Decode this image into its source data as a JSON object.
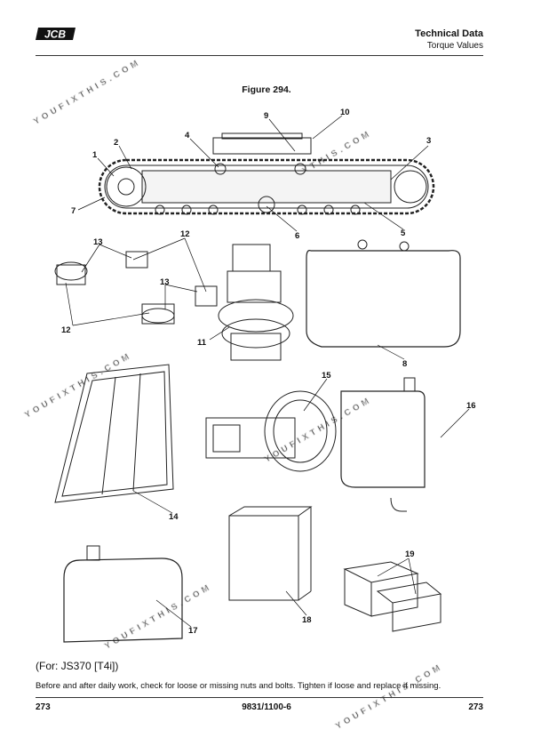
{
  "header": {
    "brand": "JCB",
    "section_title": "Technical Data",
    "section_subtitle": "Torque Values"
  },
  "figure": {
    "title": "Figure 294.",
    "callouts": [
      "1",
      "2",
      "3",
      "4",
      "5",
      "6",
      "7",
      "8",
      "9",
      "10",
      "11",
      "12",
      "12",
      "13",
      "13",
      "14",
      "15",
      "16",
      "17",
      "18",
      "19"
    ]
  },
  "caption": "(For: JS370 [T4i])",
  "note": "Before and after daily work, check for loose or missing nuts and bolts. Tighten if loose and replace if missing.",
  "footer": {
    "page_left": "273",
    "doc_number": "9831/1100-6",
    "page_right": "273"
  },
  "watermark": "YOUFIXTHIS.COM"
}
